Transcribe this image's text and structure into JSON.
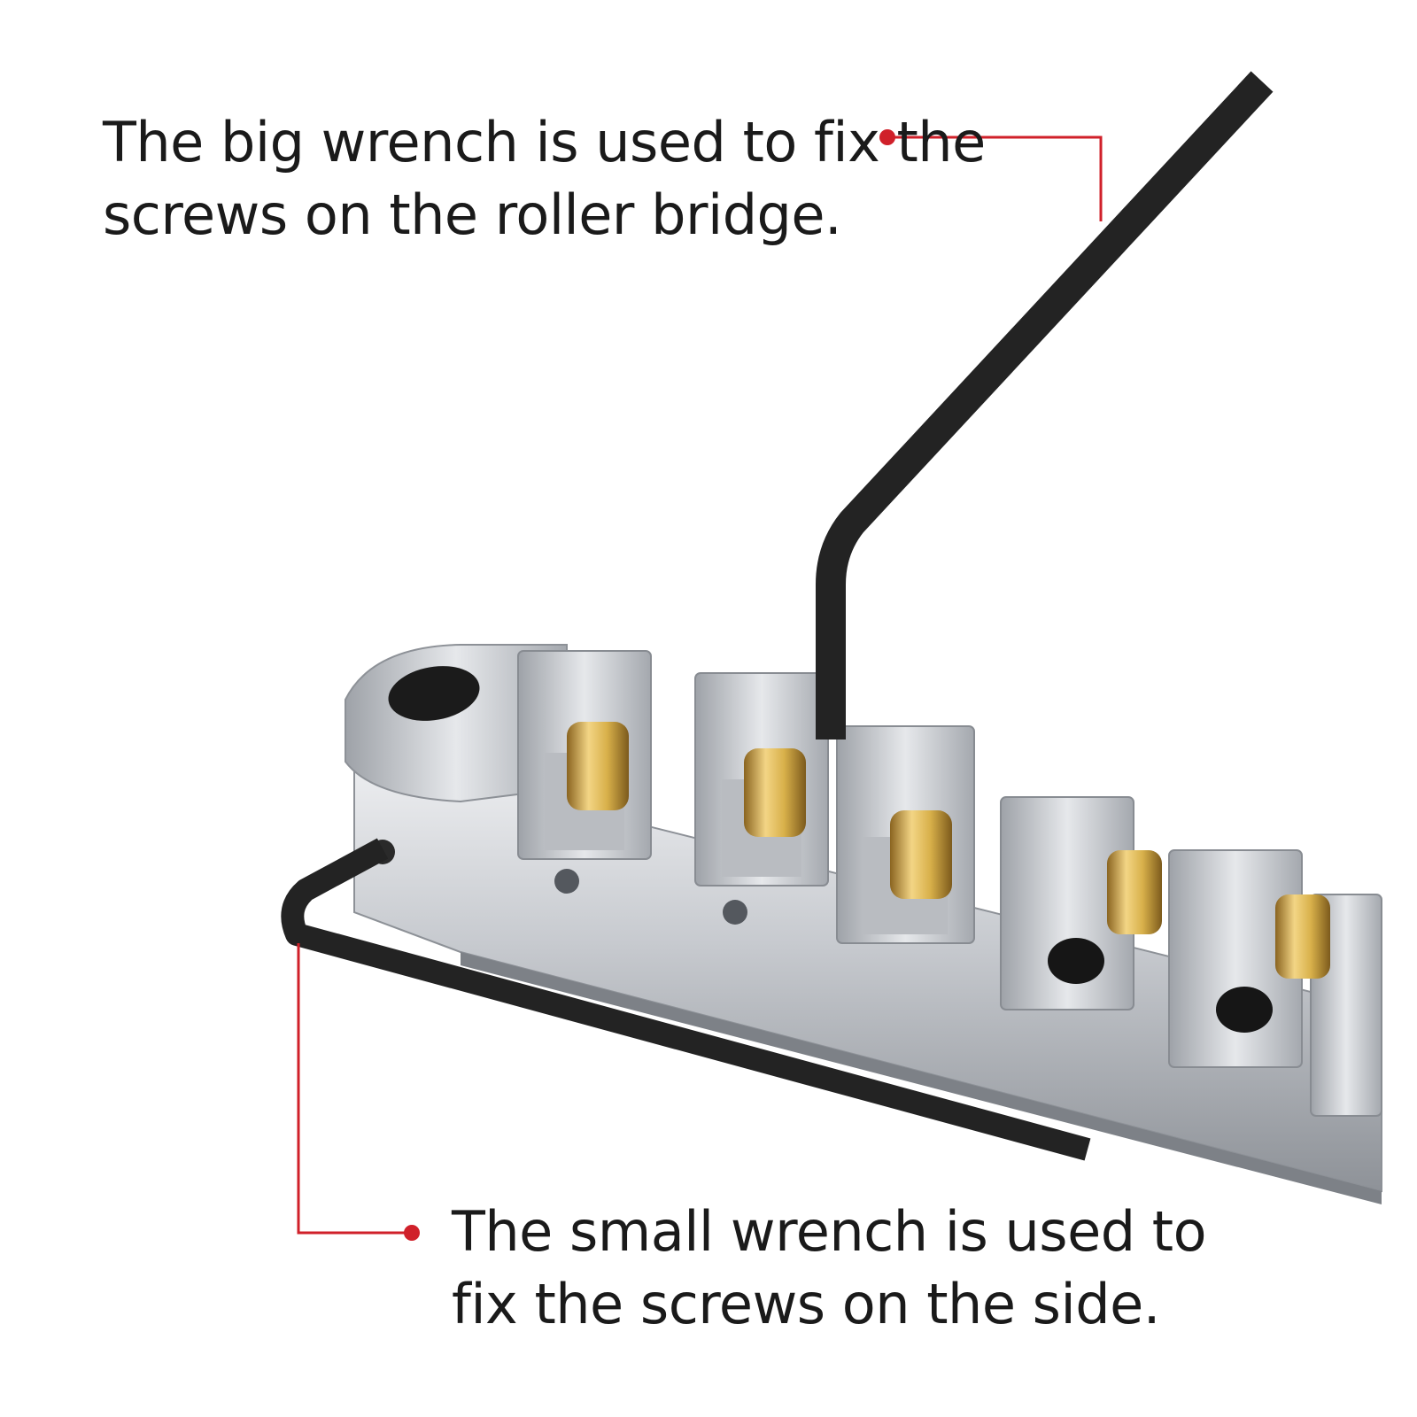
{
  "captions": {
    "big_wrench": {
      "line1": "The big wrench is used to fix the",
      "line2": "screws on the roller bridge."
    },
    "small_wrench": {
      "line1": "The small wrench is used to",
      "line2": "fix the screws on the side."
    }
  },
  "colors": {
    "callout": "#d0202a",
    "wrench": "#232323",
    "chrome": "#c9ccd0",
    "brass": "#d8b04a"
  }
}
